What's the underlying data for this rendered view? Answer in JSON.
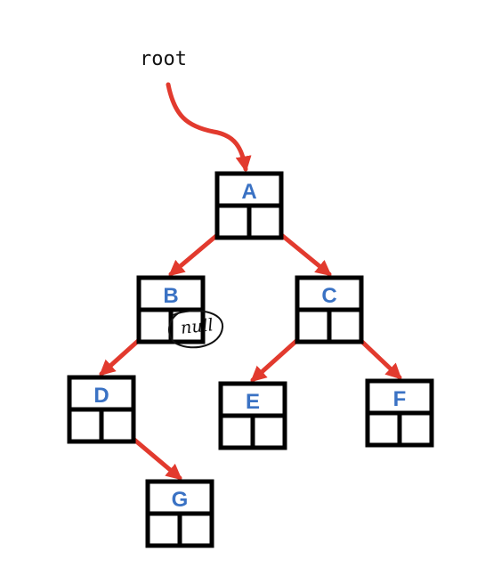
{
  "root_pointer": {
    "label": "root",
    "target": "A"
  },
  "nodes": [
    {
      "id": "A",
      "label": "A"
    },
    {
      "id": "B",
      "label": "B"
    },
    {
      "id": "C",
      "label": "C"
    },
    {
      "id": "D",
      "label": "D"
    },
    {
      "id": "E",
      "label": "E"
    },
    {
      "id": "F",
      "label": "F"
    },
    {
      "id": "G",
      "label": "G"
    }
  ],
  "edges": [
    {
      "from": "A",
      "side": "left",
      "to": "B"
    },
    {
      "from": "A",
      "side": "right",
      "to": "C"
    },
    {
      "from": "B",
      "side": "left",
      "to": "D"
    },
    {
      "from": "C",
      "side": "left",
      "to": "E"
    },
    {
      "from": "C",
      "side": "right",
      "to": "F"
    },
    {
      "from": "D",
      "side": "right",
      "to": "G"
    }
  ],
  "annotations": [
    {
      "node": "B",
      "side": "right",
      "text": "null",
      "style": "handwritten"
    }
  ],
  "colors": {
    "label": "#3a72c4",
    "edge": "#e23a2e",
    "box": "#000000",
    "annotation": "#111111"
  }
}
